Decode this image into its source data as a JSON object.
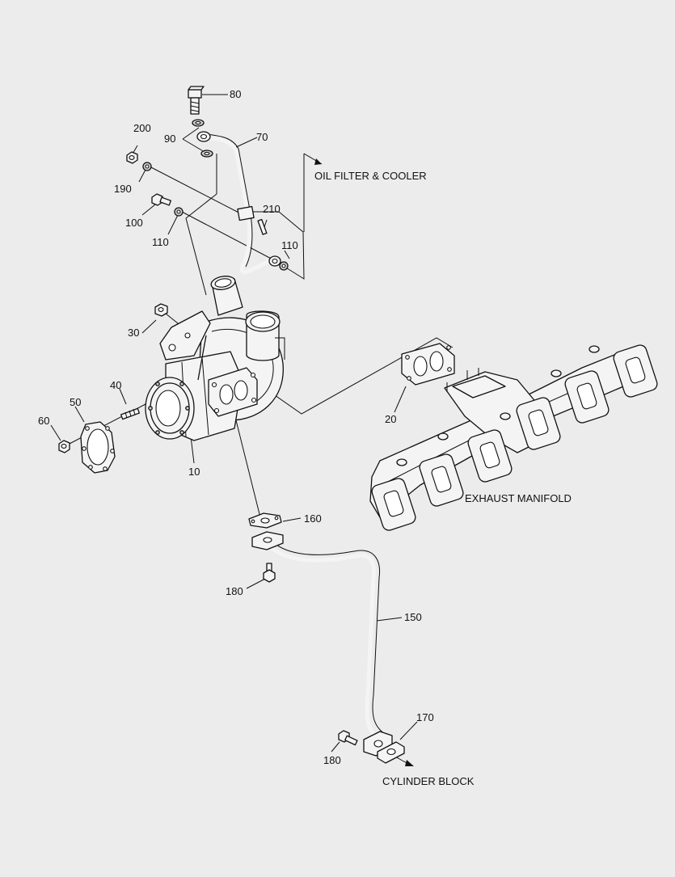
{
  "callouts": {
    "p10": "10",
    "p20": "20",
    "p30": "30",
    "p40": "40",
    "p50": "50",
    "p60": "60",
    "p70": "70",
    "p80": "80",
    "p90": "90",
    "p100": "100",
    "p110a": "110",
    "p110b": "110",
    "p150": "150",
    "p160": "160",
    "p170": "170",
    "p180a": "180",
    "p180b": "180",
    "p190": "190",
    "p200": "200",
    "p210": "210"
  },
  "references": {
    "oil_filter": "OIL FILTER & COOLER",
    "exhaust_manifold": "EXHAUST MANIFOLD",
    "cylinder_block": "CYLINDER BLOCK"
  }
}
